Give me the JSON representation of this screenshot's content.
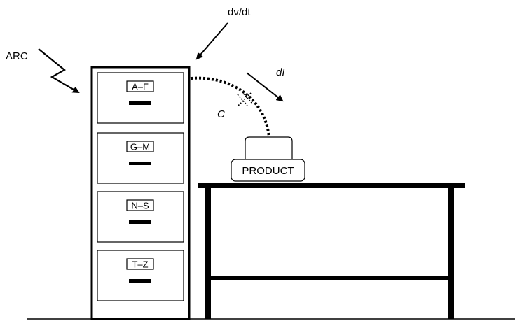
{
  "labels": {
    "arc": "ARC",
    "dvdt": "dv/dt",
    "di": "dI",
    "capacitance": "C",
    "product": "PRODUCT"
  },
  "cabinet": {
    "drawers": [
      {
        "label": "A–F"
      },
      {
        "label": "G–M"
      },
      {
        "label": "N–S"
      },
      {
        "label": "T–Z"
      }
    ]
  },
  "colors": {
    "ink": "#000000",
    "background": "#ffffff"
  },
  "icons": {
    "arc": "lightning-bolt-icon",
    "coupling": "capacitor-icon"
  }
}
